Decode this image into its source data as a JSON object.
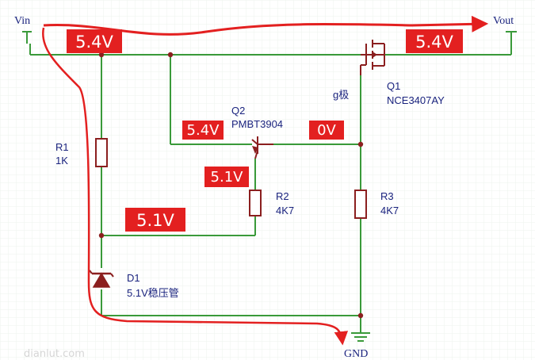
{
  "terminals": {
    "vin": "Vin",
    "vout": "Vout",
    "gnd": "GND"
  },
  "components": {
    "r1": {
      "ref": "R1",
      "value": "1K"
    },
    "r2": {
      "ref": "R2",
      "value": "4K7"
    },
    "r3": {
      "ref": "R3",
      "value": "4K7"
    },
    "q1": {
      "ref": "Q1",
      "part": "NCE3407AY",
      "gate_label": "g极"
    },
    "q2": {
      "ref": "Q2",
      "part": "PMBT3904"
    },
    "d1": {
      "ref": "D1",
      "desc": "5.1V稳压管"
    }
  },
  "voltage_tags": {
    "vin_rail": "5.4V",
    "vout_rail": "5.4V",
    "q2_collector": "5.4V",
    "q1_gate": "0V",
    "q2_emitter": "5.1V",
    "zener_node": "5.1V"
  },
  "watermark": "dianlut.com",
  "colors": {
    "wire": "#3a9a3a",
    "component": "#8b1f1f",
    "tag_bg": "#e32020",
    "current_arrow": "#e32020",
    "label": "#1a237e"
  }
}
